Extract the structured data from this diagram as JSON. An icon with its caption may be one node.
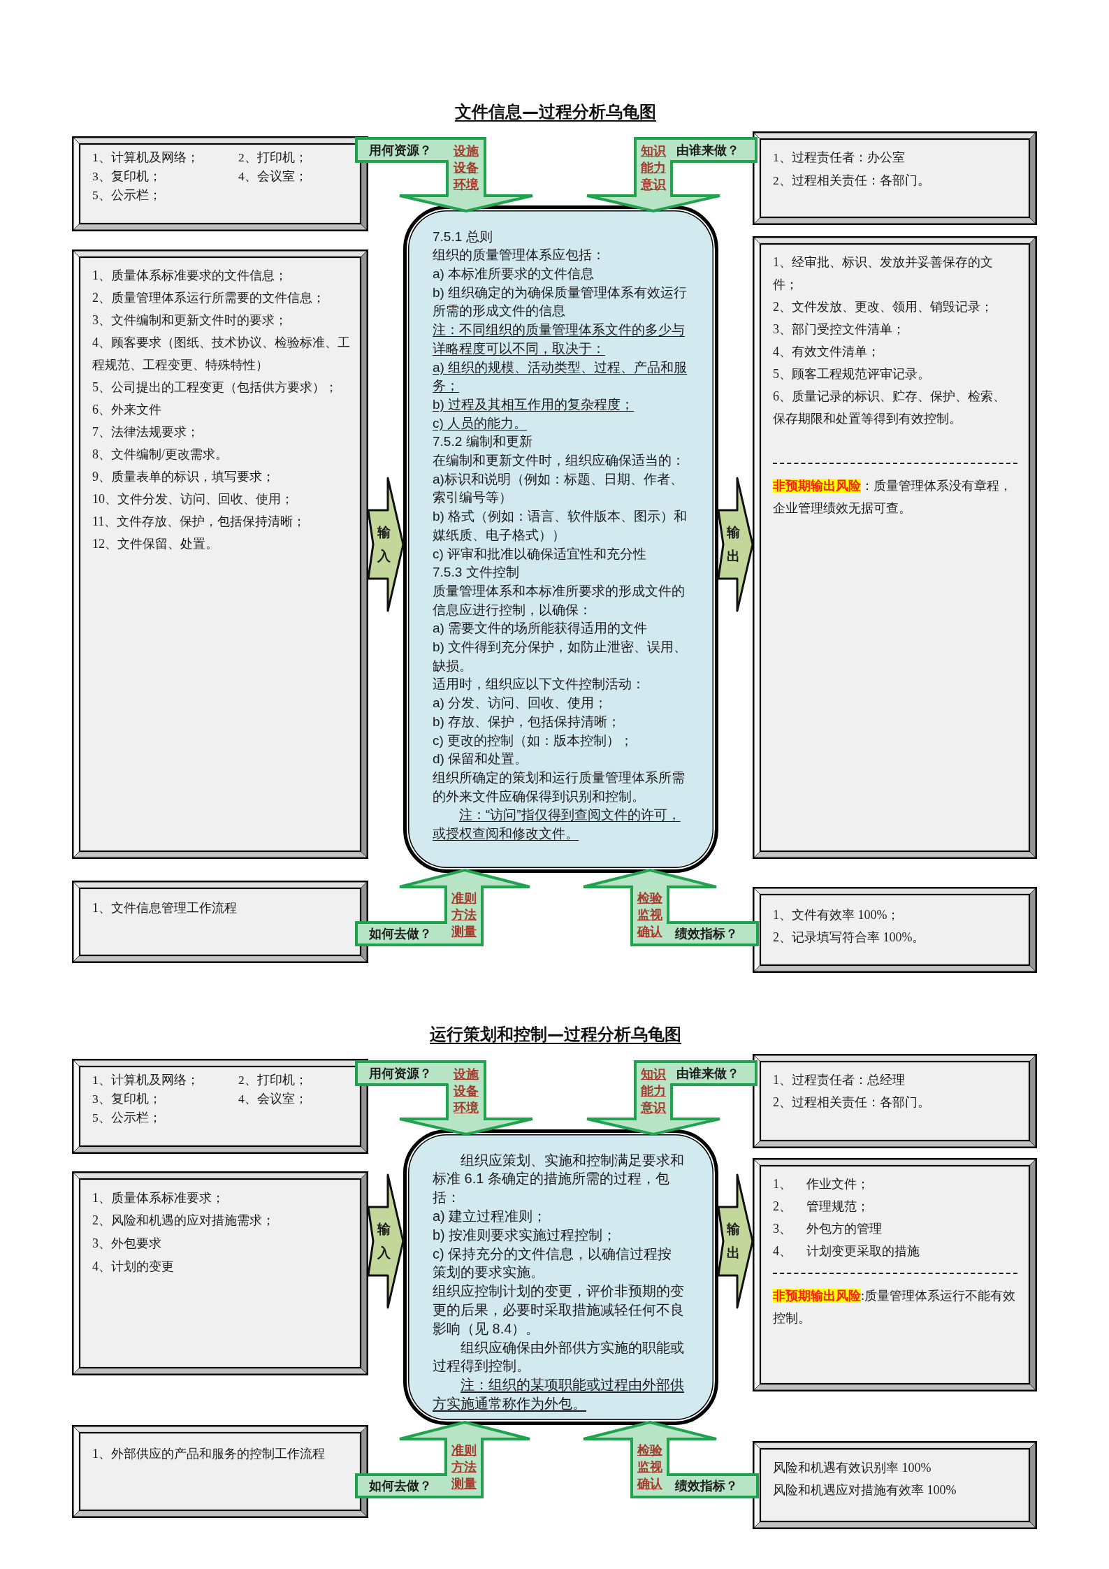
{
  "diagram": {
    "labels": [
      "文件信息—过程分析乌龟图",
      "运行策划和控制—过程分析乌龟图"
    ],
    "nodes": [
      {
        "text": [
          "1、计算机及网络；",
          "2、打印机；",
          "3、复印机；",
          "4、会议室；",
          "5、公示栏；"
        ]
      },
      {
        "text": [
          "用何资源？",
          "设施",
          "设备",
          "环境"
        ]
      },
      {
        "text": [
          "由谁来做？",
          "知识",
          "能力",
          "意识"
        ]
      },
      {
        "text": [
          "1、过程责任者：办公室",
          "2、过程相关责任：各部门。"
        ]
      },
      {
        "text": [
          "1、质量体系标准要求的文件信息；",
          "2、质量管理体系运行所需要的文件信息；",
          "3、文件编制和更新文件时的要求；",
          "4、顾客要求（图纸、技术协议、检验标准、工程规范、工程变更、特殊特性）",
          "5、公司提出的工程变更（包括供方要求）；",
          "6、外来文件",
          "7、法律法规要求；",
          "8、文件编制/更改需求。",
          "9、质量表单的标识，填写要求；",
          "10、文件分发、访问、回收、使用；",
          "11、文件存放、保护，包括保持清晰；",
          "12、文件保留、处置。"
        ]
      },
      {
        "text": [
          "7.5.1 总则",
          "组织的质量管理体系应包括：",
          "a) 本标准所要求的文件信息",
          "b) 组织确定的为确保质量管理体系有效运行所需的形成文件的信息",
          "注：不同组织的质量管理体系文件的多少与详略程度可以不同，取决于：",
          "a) 组织的规模、活动类型、过程、产品和服务；",
          "b) 过程及其相互作用的复杂程度；",
          "c) 人员的能力。",
          "7.5.2 编制和更新",
          "在编制和更新文件时，组织应确保适当的：",
          "a)标识和说明（例如：标题、日期、作者、索引编号等）",
          "b) 格式（例如：语言、软件版本、图示）和媒纸质、电子格式））",
          "c) 评审和批准以确保适宜性和充分性",
          "7.5.3 文件控制",
          "质量管理体系和本标准所要求的形成文件的信息应进行控制，以确保：",
          "a) 需要文件的场所能获得适用的文件",
          "b) 文件得到充分保护，如防止泄密、误用、缺损。",
          "适用时，组织应以下文件控制活动：",
          "a) 分发、访问、回收、使用；",
          "b) 存放、保护，包括保持清晰；",
          "c) 更改的控制（如：版本控制）；",
          "d) 保留和处置。",
          "组织所确定的策划和运行质量管理体系所需的外来文件应确保得到识别和控制。",
          "注：“访问”指仅得到查阅文件的许可，或授权查阅和修改文件。"
        ]
      },
      {
        "text": [
          "1、经审批、标识、发放并妥善保存的文件；",
          "2、文件发放、更改、领用、销毁记录；",
          "3、部门受控文件清单；",
          "4、有效文件清单；",
          "5、顾客工程规范评审记录。",
          "6、质量记录的标识、贮存、保护、检索、保存期限和处置等得到有效控制。",
          "**非预期输出风险**：质量管理体系没有章程，企业管理绩效无据可查。"
        ]
      },
      {
        "text": [
          "1、文件信息管理工作流程"
        ]
      },
      {
        "text": [
          "如何去做？",
          "准则",
          "方法",
          "测量"
        ]
      },
      {
        "text": [
          "绩效指标？",
          "检验",
          "监视",
          "确认"
        ]
      },
      {
        "text": [
          "1、文件有效率 100%；",
          "2、记录填写符合率 100%。"
        ]
      },
      {
        "text": [
          "1、计算机及网络；",
          "2、打印机；",
          "3、复印机；",
          "4、会议室；",
          "5、公示栏；"
        ]
      },
      {
        "text": [
          "用何资源？",
          "设施",
          "设备",
          "环境"
        ]
      },
      {
        "text": [
          "由谁来做？",
          "知识",
          "能力",
          "意识"
        ]
      },
      {
        "text": [
          "1、过程责任者：总经理",
          "2、过程相关责任：各部门。"
        ]
      },
      {
        "text": [
          "1、质量体系标准要求；",
          "2、风险和机遇的应对措施需求；",
          "3、外包要求",
          "4、计划的变更"
        ]
      },
      {
        "text": [
          "组织应策划、实施和控制满足要求和标准 6.1 条确定的措施所需的过程，包括：",
          "a) 建立过程准则；",
          "b) 按准则要求实施过程控制；",
          "c) 保持充分的文件信息，以确信过程按策划的要求实施。",
          "组织应控制计划的变更，评价非预期的变更的后果，必要时采取措施减轻任何不良影响（见 8.4）。",
          "组织应确保由外部供方实施的职能或过程得到控制。",
          "注：组织的某项职能或过程由外部供方实施通常称作为外包。"
        ]
      },
      {
        "text": [
          "1、 作业文件；",
          "2、 管理规范；",
          "3、 外包方的管理",
          "4、 计划变更采取的措施",
          "**非预期输出风险**:质量管理体系运行不能有效控制。"
        ]
      },
      {
        "text": [
          "1、外部供应的产品和服务的控制工作流程"
        ]
      },
      {
        "text": [
          "如何去做？",
          "准则",
          "方法",
          "测量"
        ]
      },
      {
        "text": [
          "绩效指标？",
          "检验",
          "监视",
          "确认"
        ]
      },
      {
        "text": [
          "风险和机遇有效识别率 100%",
          "风险和机遇应对措施有效率 100%"
        ]
      }
    ],
    "edges": [
      {
        "from": 4,
        "to": 5,
        "arrow": "to",
        "label": "输入"
      },
      {
        "from": 5,
        "to": 6,
        "arrow": "to",
        "label": "输出"
      },
      {
        "from": 15,
        "to": 16,
        "arrow": "to",
        "label": "输入"
      },
      {
        "from": 16,
        "to": 17,
        "arrow": "to",
        "label": "输出"
      }
    ]
  }
}
